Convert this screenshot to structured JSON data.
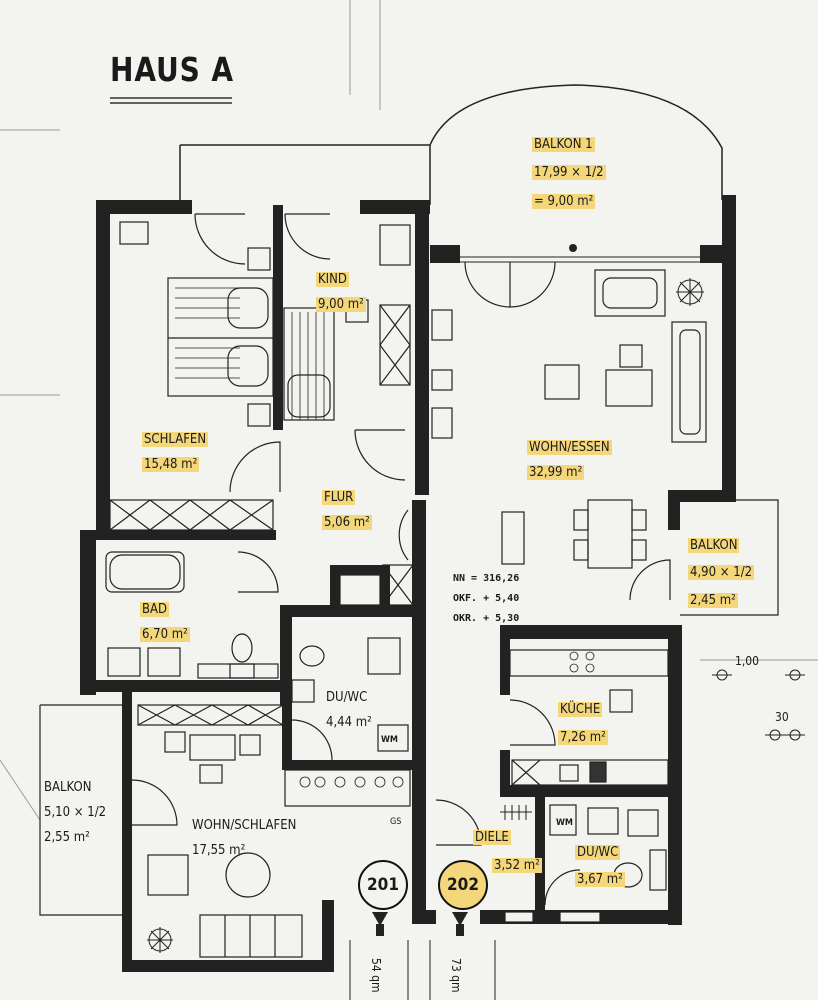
{
  "title": "HAUS A",
  "rooms": {
    "balkon1": {
      "name": "BALKON 1",
      "line1": "17,99 × 1/2",
      "line2": "= 9,00 m²"
    },
    "kind": {
      "name": "KIND",
      "area": "9,00 m²"
    },
    "schlafen": {
      "name": "SCHLAFEN",
      "area": "15,48 m²"
    },
    "flur": {
      "name": "FLUR",
      "area": "5,06 m²"
    },
    "wohn_essen": {
      "name": "WOHN/ESSEN",
      "area": "32,99 m²"
    },
    "balkon_right": {
      "name": "BALKON",
      "line1": "4,90 × 1/2",
      "line2": "2,45 m²"
    },
    "bad": {
      "name": "BAD",
      "area": "6,70 m²"
    },
    "du_wc_left": {
      "name": "DU/WC",
      "area": "4,44 m²"
    },
    "kueche": {
      "name": "KÜCHE",
      "area": "7,26 m²"
    },
    "balkon_left": {
      "name": "BALKON",
      "line1": "5,10 × 1/2",
      "line2": "2,55 m²"
    },
    "wohn_schlafen": {
      "name": "WOHN/SCHLAFEN",
      "area": "17,55 m²"
    },
    "diele": {
      "name": "DIELE",
      "area": "3,52 m²"
    },
    "du_wc_right": {
      "name": "DU/WC",
      "area": "3,67 m²"
    }
  },
  "levels": {
    "nn": "NN = 316,26",
    "okf": "OKF. + 5,40",
    "okr": "OKR. + 5,30"
  },
  "dimensions": {
    "d1": "1,00",
    "d2": "30"
  },
  "marks": {
    "wm": "WM",
    "gs": "GS",
    "wm2": "WM"
  },
  "units": {
    "left": "201",
    "right": "202"
  },
  "entrances": {
    "left": "54 qm",
    "right": "73 qm"
  }
}
